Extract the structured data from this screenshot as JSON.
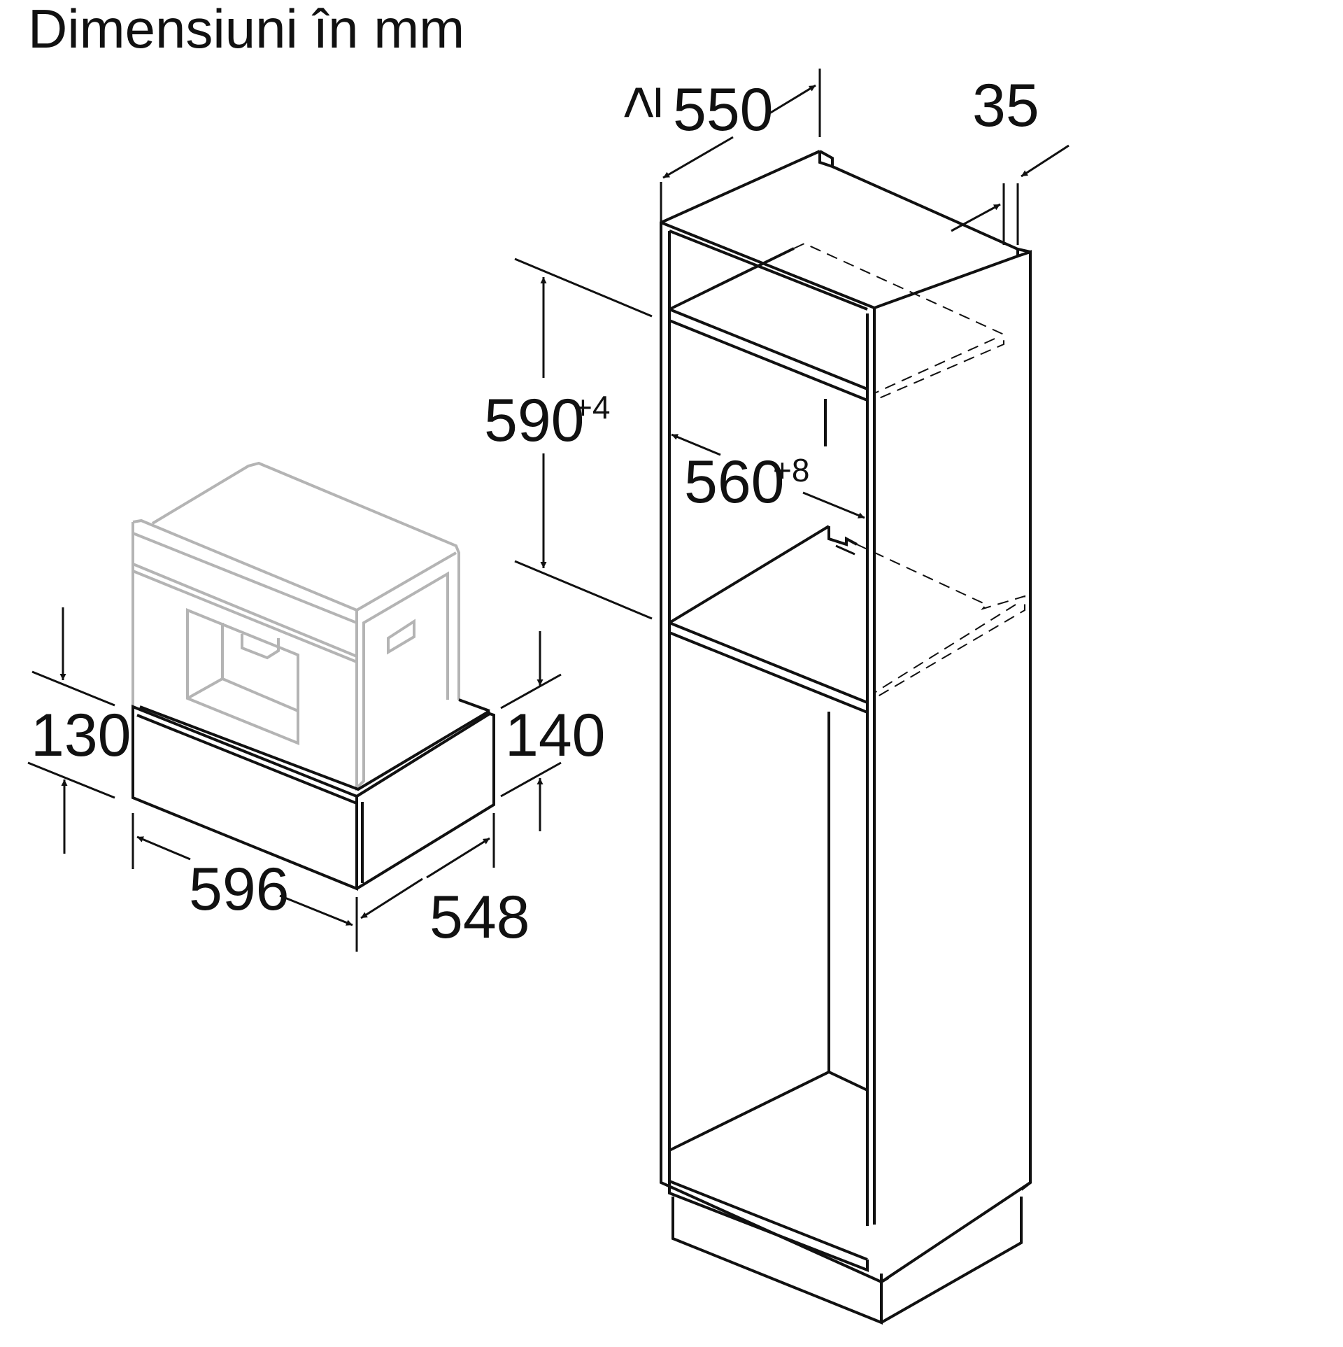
{
  "title": "Dimensiuni în mm",
  "unit": "mm",
  "dimensions": {
    "cabinet_depth": {
      "prefix": "≥",
      "value": "550"
    },
    "cabinet_gap": {
      "value": "35"
    },
    "niche_height": {
      "value": "590",
      "tolerance": "+4"
    },
    "niche_width": {
      "value": "560",
      "tolerance": "+8"
    },
    "drawer_width": {
      "value": "596"
    },
    "drawer_depth": {
      "value": "548"
    },
    "drawer_height_left": {
      "value": "130"
    },
    "drawer_height_right": {
      "value": "140"
    }
  },
  "colors": {
    "line": "#111111",
    "ghost_appliance": "#b4b4b4",
    "background": "#ffffff"
  }
}
